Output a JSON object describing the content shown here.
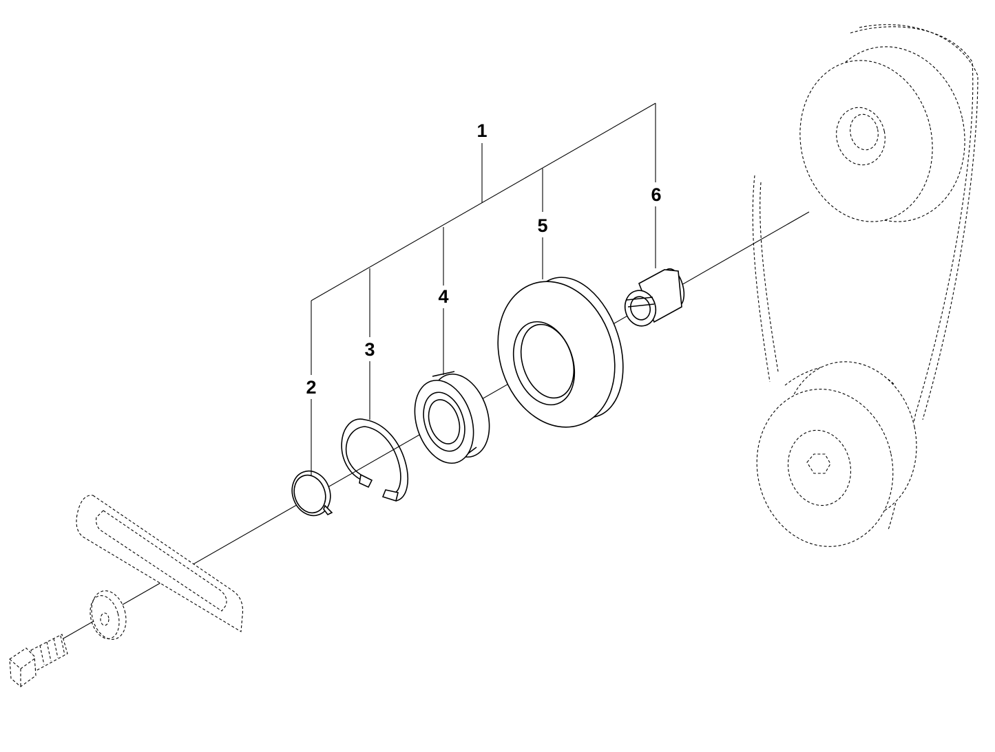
{
  "callouts": [
    {
      "id": "1",
      "label": "1"
    },
    {
      "id": "2",
      "label": "2"
    },
    {
      "id": "3",
      "label": "3"
    },
    {
      "id": "4",
      "label": "4"
    },
    {
      "id": "5",
      "label": "5"
    },
    {
      "id": "6",
      "label": "6"
    }
  ],
  "parts": [
    {
      "callout": "2",
      "icon": "small-circlip-icon"
    },
    {
      "callout": "3",
      "icon": "large-circlip-icon"
    },
    {
      "callout": "4",
      "icon": "ball-bearing-icon"
    },
    {
      "callout": "5",
      "icon": "v-belt-pulley-icon"
    },
    {
      "callout": "6",
      "icon": "spacer-bushing-icon"
    }
  ],
  "reference_parts": [
    "bolt-icon",
    "washer-icon",
    "slotted-bracket-icon",
    "belt-drive-assembly-icon"
  ],
  "colors": {
    "line": "#000000",
    "background": "#ffffff"
  }
}
